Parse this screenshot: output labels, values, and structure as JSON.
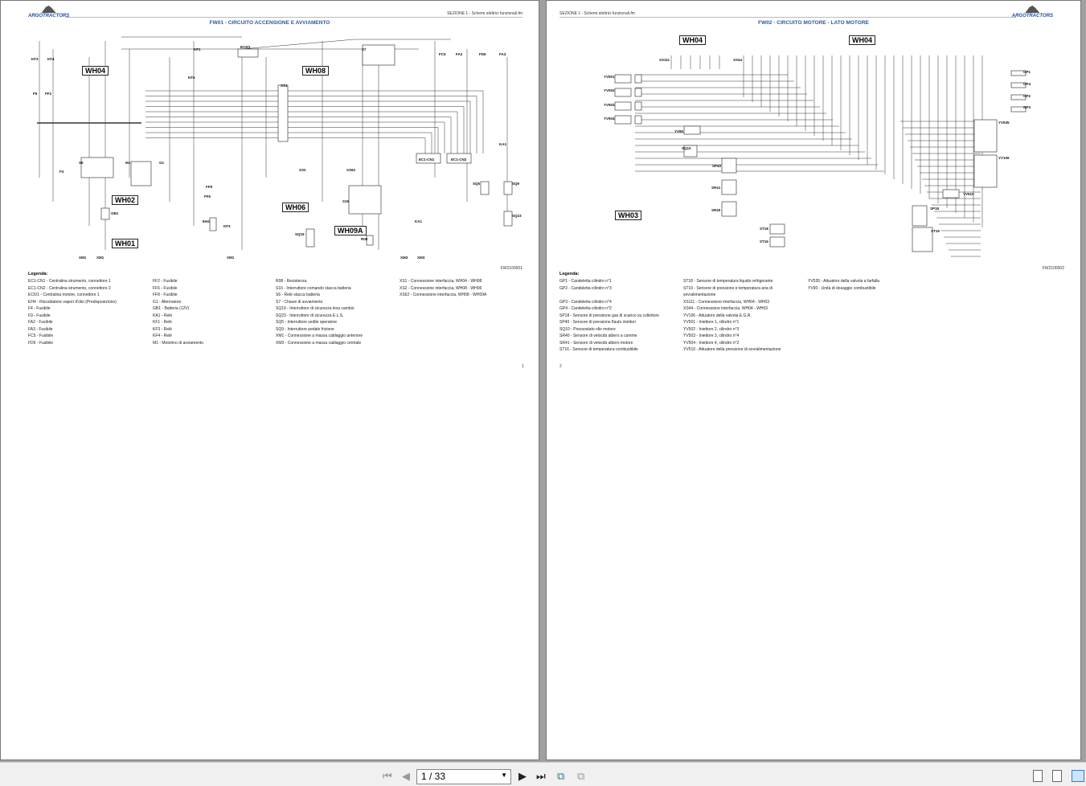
{
  "viewer": {
    "page_input": "1 / 33",
    "icons": [
      "first-page-icon",
      "prev-page-icon",
      "next-page-icon",
      "last-page-icon",
      "fit-page-icon",
      "fit-width-icon",
      "single-page-view-icon",
      "continuous-view-icon",
      "two-page-view-icon"
    ]
  },
  "page1": {
    "logo": "ARGOTRACTORS",
    "section": "SEZIONE 1 - Schemi elettrici funzionali.fm",
    "title": "FW01 - CIRCUITO ACCENSIONE E AVVIAMENTO",
    "code": "FW2100001",
    "page_number": "1",
    "harness": [
      "WH04",
      "WH08",
      "WH06",
      "WH09A",
      "WH02",
      "WH01"
    ],
    "components": [
      "KF3",
      "KF4",
      "KF1",
      "KF4",
      "EC6/1",
      "FC5",
      "FA2",
      "FD6",
      "FA3",
      "S7",
      "F9",
      "FF2",
      "FF8",
      "XS1",
      "S6",
      "M1",
      "G1",
      "F4",
      "GB1",
      "KA1",
      "FF6",
      "EH4",
      "KF3",
      "XS2",
      "XS62",
      "S16",
      "R08",
      "SQ19",
      "EC1-CN1",
      "EC1-CN2",
      "SQ5",
      "SQ9",
      "SQ23",
      "KA1",
      "XM1",
      "XM1",
      "XM1",
      "XM3",
      "XM3"
    ],
    "legend_title": "Legenda:",
    "legend": [
      [
        "EC1-CN1 - Centralina strumento, connettore 1",
        "EC1-CN2 - Centralina strumento, connettore 2",
        "EC6/1 - Centralina motore, connettore 1",
        "EH4 - Riscaldatore vapori d'olio (Predisposizione)",
        "F4 - Fusibile",
        "F9 - Fusibile",
        "FA2 - Fusibile",
        "FA3 - Fusibile",
        "FC5 - Fusibile",
        "FD6 - Fusibile"
      ],
      [
        "FF2 - Fusibile",
        "FF6 - Fusibile",
        "FF8 - Fusibile",
        "G1 - Alternatore",
        "GB1 - Batteria (12V)",
        "KA1 - Relè",
        "KF1 - Relè",
        "KF3 - Relè",
        "KF4 - Relè",
        "M1 - Motorino di avviamento"
      ],
      [
        "R08 - Resistenza",
        "S16 - Interruttore comando stacca batteria",
        "S6 - Relè stacca batteria",
        "S7 - Chiave di avviamento",
        "SQ19 - Interruttore di sicurezza leva cambio",
        "SQ23 - Interruttore di sicurezza E.L.S.",
        "SQ5 - Interruttore sedile operatore",
        "SQ9 - Interruttore pedale frizione",
        "XM1 - Connessione a massa cablaggio anteriore",
        "XM3 - Connessione a massa cablaggio centrale"
      ],
      [
        "XS1 - Connessione interfaccia, WH04 - WH08",
        "XS2 - Connessione interfaccia, WH08 - WH06",
        "XS62 - Connessione interfaccia, WH08 - WH09A"
      ]
    ]
  },
  "page2": {
    "logo": "ARGOTRACTORS",
    "section": "SEZIONE 1 - Schemi elettrici funzionali.fm",
    "title": "FW02 - CIRCUITO MOTORE - LATO MOTORE",
    "code": "FW2100002",
    "page_number": "2",
    "harness": [
      "WH04",
      "WH04",
      "WH03"
    ],
    "components": [
      "XS111",
      "XS44",
      "YV501",
      "YV502",
      "YV503",
      "YV504",
      "YV90",
      "SQ10",
      "SP40",
      "SR41",
      "SR40",
      "ST18",
      "ST16",
      "GP1",
      "GP4",
      "GP2",
      "GP3",
      "YV535",
      "YV106",
      "YV510",
      "SP18",
      "ST19"
    ],
    "legend_title": "Legenda:",
    "legend": [
      [
        "GP1 - Candeletta cilindro n°1",
        "GP2 - Candeletta cilindro n°3",
        "",
        "GP3 - Candeletta cilindro n°4",
        "GP4 - Candeletta cilindro n°2",
        "SP18 - Sensore di pressione gas di scarico su collettore",
        "SP40 - Sensore di pressione flauto iniettori",
        "SQ10 - Pressostato olio motore",
        "SR40 - Sensore di velocità albero a camme",
        "SR41 - Sensore di velocità albero motore",
        "ST16 - Sensore di temperatura combustibile"
      ],
      [
        "ST18 - Sensore di temperatura liquido refrigerante",
        "ST19 - Sensore di pressione e temperatura aria di",
        "sovralimentazione",
        "XS111 - Connessione interfaccia, WH04 - WH03",
        "XS44 - Connessione interfaccia, WH04 - WH03",
        "YV106 - Attuatore della valvola E.G.R.",
        "YV501 - Iniettore 1, cilindro n°1",
        "YV502 - Iniettore 2, cilindro n°3",
        "YV503 - Iniettore 3, cilindro n°4",
        "YV504 - Iniettore 4, cilindro n°2",
        "YV510 - Attuatore della pressione di sovralimentazione"
      ],
      [
        "YV535 - Attuatore della valvola a farfalla",
        "YV90 - Unità di dosaggio combustibile"
      ]
    ]
  }
}
